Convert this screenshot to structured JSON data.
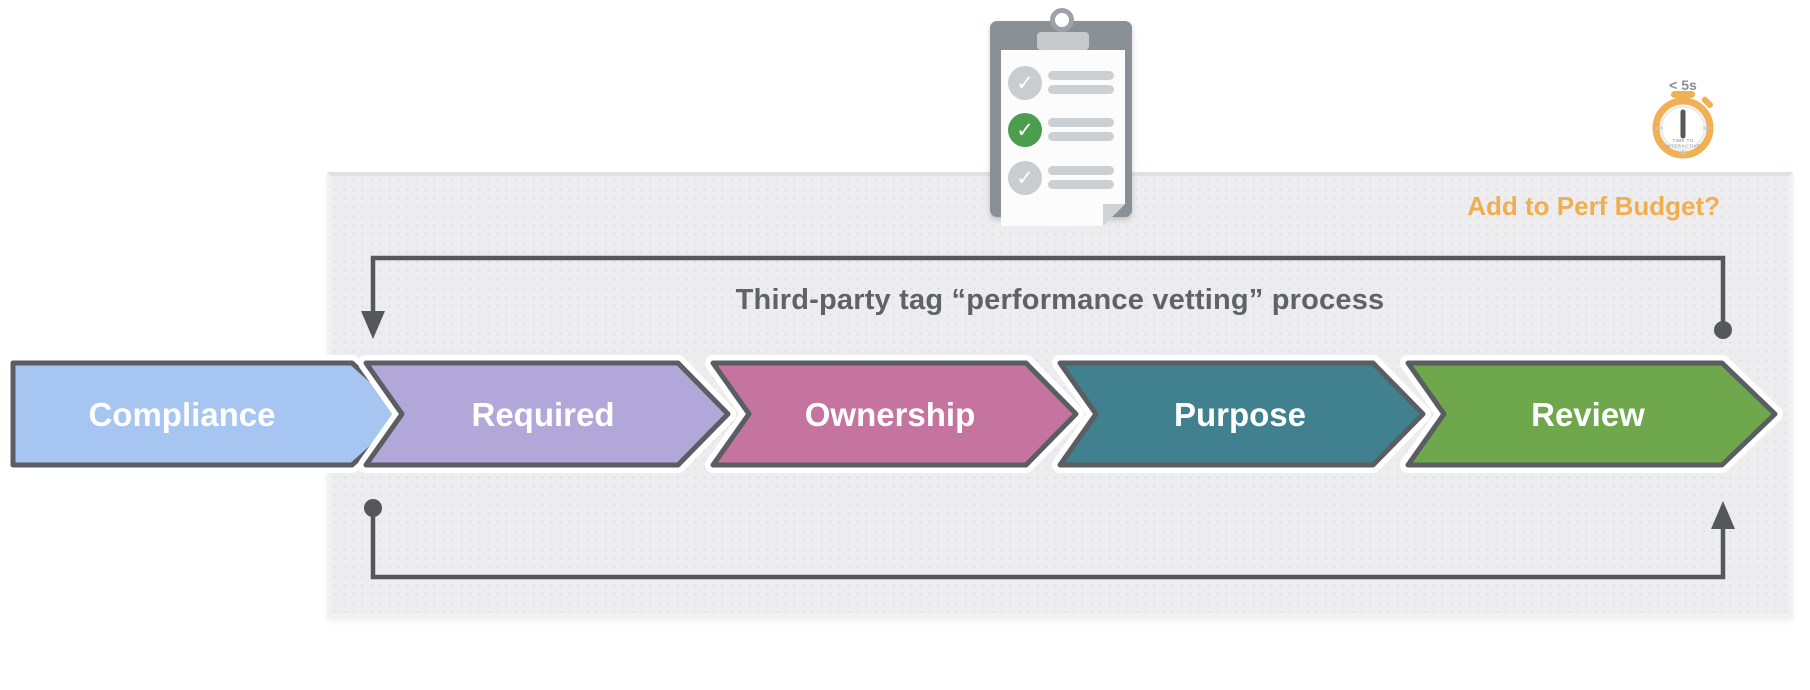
{
  "title": {
    "text": "Third-party tag “performance vetting” process",
    "color": "#5F6368"
  },
  "perf_budget": {
    "label": "Add to Perf Budget?",
    "color": "#F0AE4E"
  },
  "timer": {
    "label": "< 5s",
    "dial_line1": "TIME TO",
    "dial_line2": "INTERACTIVE",
    "ring_color": "#F1B054"
  },
  "steps": [
    {
      "label": "Compliance",
      "color": "#A6C5F1"
    },
    {
      "label": "Required",
      "color": "#B2A7D9"
    },
    {
      "label": "Ownership",
      "color": "#C4749E"
    },
    {
      "label": "Purpose",
      "color": "#40808F"
    },
    {
      "label": "Review",
      "color": "#6FA74D"
    }
  ],
  "checklist": {
    "check_glyph": "✓",
    "rows": [
      {
        "state": "checked-gray"
      },
      {
        "state": "checked-green"
      },
      {
        "state": "checked-gray"
      }
    ]
  },
  "colors": {
    "chevron_border": "#5A5E62",
    "connector_line": "#54575B",
    "panel_background": "#EDEDEF"
  }
}
